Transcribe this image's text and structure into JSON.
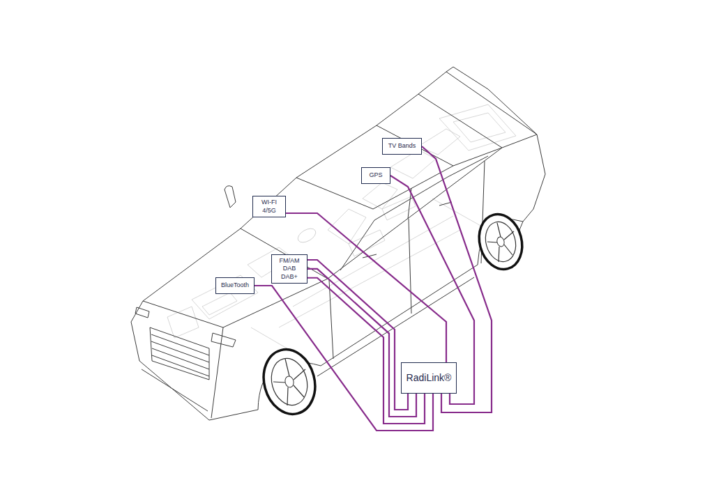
{
  "diagram": {
    "nodes": [
      {
        "text": [
          "TV Bands"
        ]
      },
      {
        "text": [
          "GPS"
        ]
      },
      {
        "text": [
          "WI-FI 4/5G"
        ]
      },
      {
        "text": [
          "FM/AM DAB DAB+"
        ]
      },
      {
        "text": [
          "BlueTooth"
        ]
      },
      {
        "text": [
          "RadiLink®"
        ]
      }
    ],
    "edges": [
      {
        "from": 0,
        "to": 5,
        "arrow": "none"
      },
      {
        "from": 1,
        "to": 5,
        "arrow": "none"
      },
      {
        "from": 2,
        "to": 5,
        "arrow": "none"
      },
      {
        "from": 3,
        "to": 5,
        "arrow": "none"
      },
      {
        "from": 3,
        "to": 5,
        "arrow": "none"
      },
      {
        "from": 3,
        "to": 5,
        "arrow": "none"
      },
      {
        "from": 4,
        "to": 5,
        "arrow": "none"
      }
    ]
  }
}
